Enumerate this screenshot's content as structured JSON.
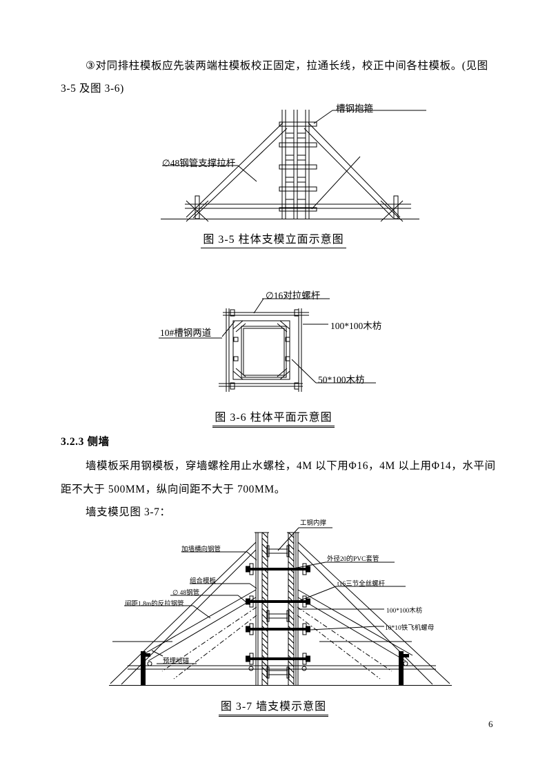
{
  "colors": {
    "ink": "#000000",
    "paper": "#ffffff"
  },
  "page": {
    "number": "6"
  },
  "intro": {
    "line1": "③对同排柱模板应先装两端柱模板校正固定，拉通长线，校正中间各柱模板。(见图",
    "line2": "3-5 及图 3-6)"
  },
  "figure35": {
    "caption": "图 3-5 柱体支模立面示意图",
    "labels": {
      "hoop": "槽钢抱箍",
      "brace": "∅48钢管支撑拉杆"
    }
  },
  "figure36": {
    "caption": "图 3-6 柱体平面示意图",
    "labels": {
      "tie_bolt": "∅16对拉螺杆",
      "channel": "10#槽钢两道",
      "timber_100": "100*100木枋",
      "timber_50": "50*100木枋"
    }
  },
  "section323": {
    "heading": "3.2.3 侧墙",
    "line1": "墙模板采用钢模板，穿墙螺栓用止水螺栓，4M 以下用Φ16，4M 以上用Φ14，水平间",
    "line2": "距不大于 500MM，纵向间距不大于 700MM。",
    "line3": "墙支模见图 3-7："
  },
  "figure37": {
    "caption": "图 3-7 墙支模示意图",
    "labels": {
      "inner_brace": "工钢内撑",
      "pvc_sleeve": "外径20的PVC套管",
      "full_thread_screw": "t16三节全丝螺杆",
      "timber_100": "100*100木枋",
      "wing_nut": "10*10铁飞机螺母",
      "transverse_pipe": "加墙横向钢管",
      "composite_form": "组合模板",
      "pipe_48": "∅ 48钢管",
      "counter_pull_pipe": "间距1.8m的反拉钢管",
      "ground_anchor": "预埋地锚"
    }
  }
}
